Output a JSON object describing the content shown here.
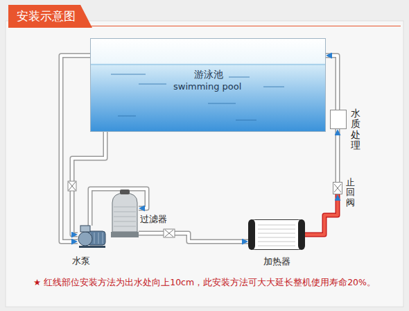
{
  "diagram": {
    "title": "安装示意图",
    "caption": "★ 红线部位安装方法为出水处向上10cm，此安装方法可大大延长整机使用寿命20%。",
    "nodes": [
      {
        "text": [
          "游泳池",
          "swimming pool"
        ]
      },
      {
        "text": [
          "水质处理"
        ]
      },
      {
        "text": [
          "止回阀"
        ]
      },
      {
        "text": [
          "水泵"
        ]
      },
      {
        "text": [
          "过滤器"
        ]
      },
      {
        "text": [
          "加热器"
        ]
      }
    ],
    "edges": [
      {
        "from": 0,
        "to": 3,
        "arrow": "to"
      },
      {
        "from": 0,
        "to": 3,
        "arrow": "to"
      },
      {
        "from": 3,
        "to": 4,
        "arrow": "to"
      },
      {
        "from": 4,
        "to": 5,
        "arrow": "to"
      },
      {
        "from": 5,
        "to": 2,
        "arrow": "to"
      },
      {
        "from": 2,
        "to": 1,
        "arrow": "to"
      },
      {
        "from": 1,
        "to": 0,
        "arrow": "to"
      }
    ]
  }
}
